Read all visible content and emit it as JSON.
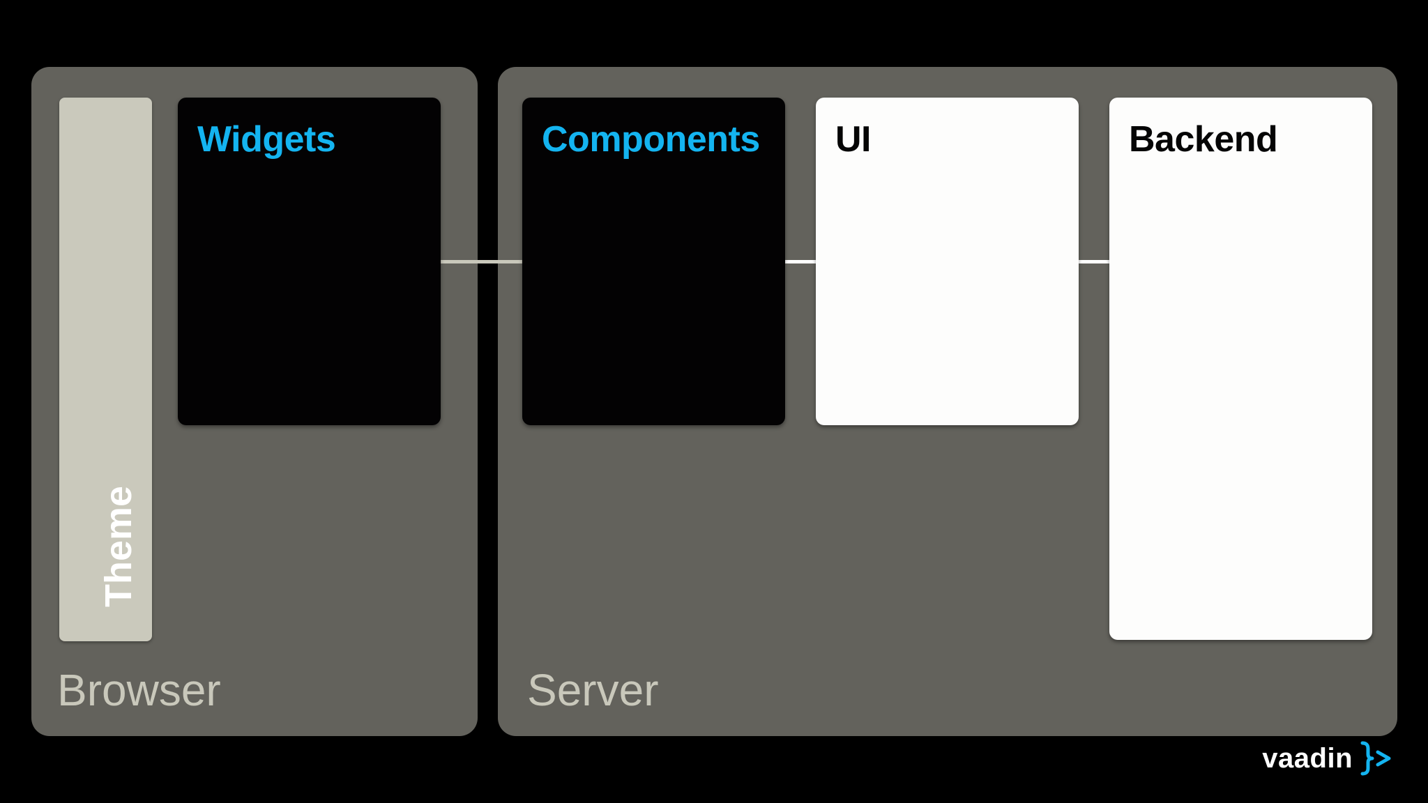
{
  "browser": {
    "label": "Browser",
    "theme": {
      "label": "Theme"
    },
    "widgets": {
      "title": "Widgets"
    }
  },
  "server": {
    "label": "Server",
    "components": {
      "title": "Components"
    },
    "ui": {
      "title": "UI"
    },
    "backend": {
      "title": "Backend"
    }
  },
  "logo": {
    "wordmark": "vaadin"
  },
  "colors": {
    "background": "#000000",
    "panel": "#63625c",
    "panel_label": "#c9c8bb",
    "theme_bar": "#cac9bc",
    "dark_box": "#030203",
    "light_box": "#fdfdfc",
    "accent_blue": "#14b4f0"
  }
}
